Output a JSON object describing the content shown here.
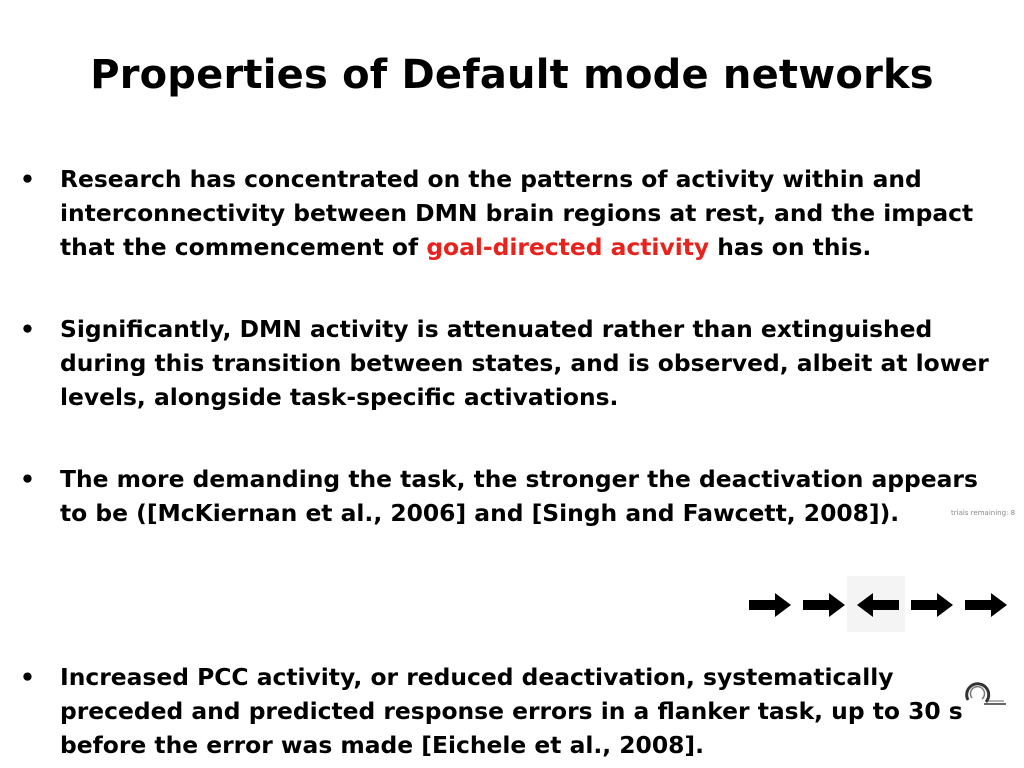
{
  "slide": {
    "title": "Properties of Default mode networks",
    "bullet_char": "•",
    "bullets": [
      {
        "text_before": "Research has concentrated on the patterns of activity within and interconnectivity between DMN brain regions at rest, and the impact that the commencement of ",
        "highlight": "goal-directed activity",
        "text_after": " has on this."
      },
      {
        "text": "Significantly, DMN activity is attenuated rather than extinguished during this transition between states, and is observed, albeit at lower levels, alongside task-specific activations."
      },
      {
        "text": "The more demanding the task, the stronger the deactivation appears to be ([McKiernan et al., 2006] and [Singh and Fawcett, 2008])."
      },
      {
        "text": "Increased PCC activity, or reduced deactivation, systematically preceded and predicted response errors in a flanker task, up to 30 s before the error was made [Eichele et al., 2008]."
      }
    ],
    "highlight_color": "#e8221c"
  },
  "flanker_image": {
    "trials_label": "trials remaining: 8",
    "arrows": [
      "right",
      "right",
      "left",
      "right",
      "right"
    ],
    "logo_icon": "cognitive-lab-logo-icon"
  }
}
